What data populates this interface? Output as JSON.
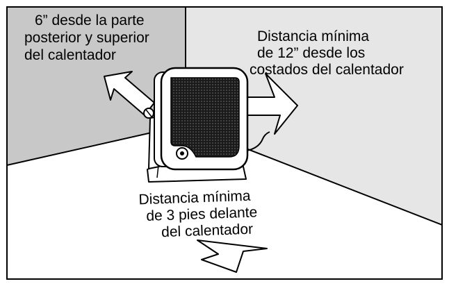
{
  "diagram": {
    "back_top_label": [
      "6” desde la parte",
      "posterior y superior",
      "del calentador"
    ],
    "sides_label": [
      "Distancia mínima",
      "de 12” desde los",
      "costados del calentador"
    ],
    "front_label": [
      "Distancia mínima",
      "de 3 pies delante",
      "del calentador"
    ]
  },
  "colors": {
    "left_wall": "#c8c8c8",
    "right_wall": "#e6e6e6",
    "floor": "#ffffff",
    "heater_grille": "#1a1a1a",
    "outline": "#000000"
  }
}
